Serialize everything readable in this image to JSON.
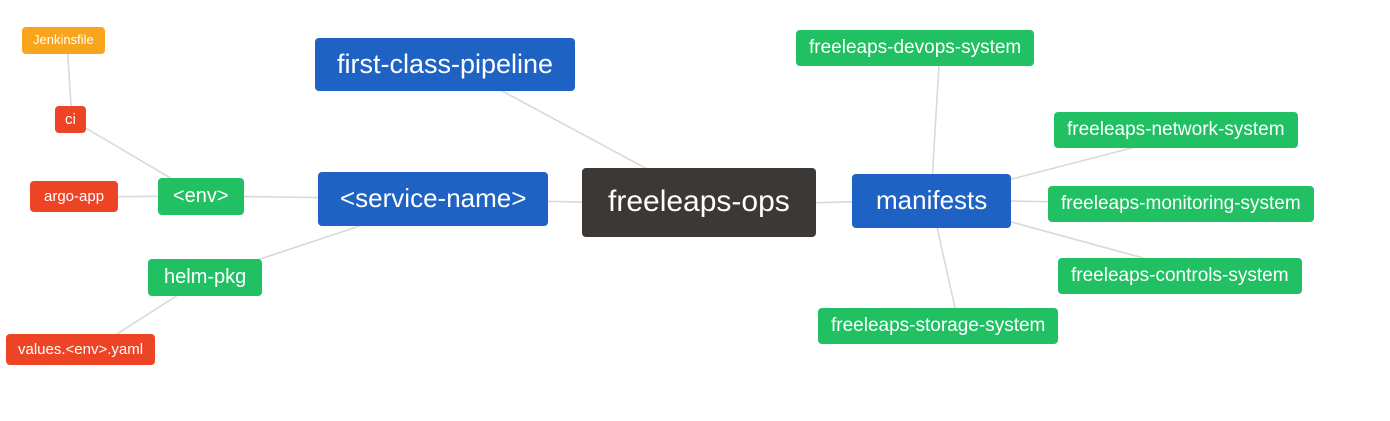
{
  "colors": {
    "blue": "#1e63c3",
    "green": "#21c063",
    "red": "#ee4426",
    "orange": "#f8a41c",
    "dark": "#3b3835",
    "edge": "#d9d9d9"
  },
  "nodes": {
    "root": {
      "label": "freeleaps-ops",
      "color": "dark"
    },
    "first_class_pipeline": {
      "label": "first-class-pipeline",
      "color": "blue"
    },
    "service_name": {
      "label": "<service-name>",
      "color": "blue"
    },
    "manifests": {
      "label": "manifests",
      "color": "blue"
    },
    "env": {
      "label": "<env>",
      "color": "green"
    },
    "helm_pkg": {
      "label": "helm-pkg",
      "color": "green"
    },
    "ci": {
      "label": "ci",
      "color": "red"
    },
    "argo_app": {
      "label": "argo-app",
      "color": "red"
    },
    "jenkinsfile": {
      "label": "Jenkinsfile",
      "color": "orange"
    },
    "values_env_yaml": {
      "label": "values.<env>.yaml",
      "color": "red"
    },
    "devops_system": {
      "label": "freeleaps-devops-system",
      "color": "green"
    },
    "network_system": {
      "label": "freeleaps-network-system",
      "color": "green"
    },
    "monitoring_system": {
      "label": "freeleaps-monitoring-system",
      "color": "green"
    },
    "controls_system": {
      "label": "freeleaps-controls-system",
      "color": "green"
    },
    "storage_system": {
      "label": "freeleaps-storage-system",
      "color": "green"
    }
  },
  "edges": [
    [
      "root",
      "first_class_pipeline"
    ],
    [
      "root",
      "service_name"
    ],
    [
      "root",
      "manifests"
    ],
    [
      "service_name",
      "env"
    ],
    [
      "service_name",
      "helm_pkg"
    ],
    [
      "env",
      "ci"
    ],
    [
      "env",
      "argo_app"
    ],
    [
      "ci",
      "jenkinsfile"
    ],
    [
      "helm_pkg",
      "values_env_yaml"
    ],
    [
      "manifests",
      "devops_system"
    ],
    [
      "manifests",
      "network_system"
    ],
    [
      "manifests",
      "monitoring_system"
    ],
    [
      "manifests",
      "controls_system"
    ],
    [
      "manifests",
      "storage_system"
    ]
  ]
}
